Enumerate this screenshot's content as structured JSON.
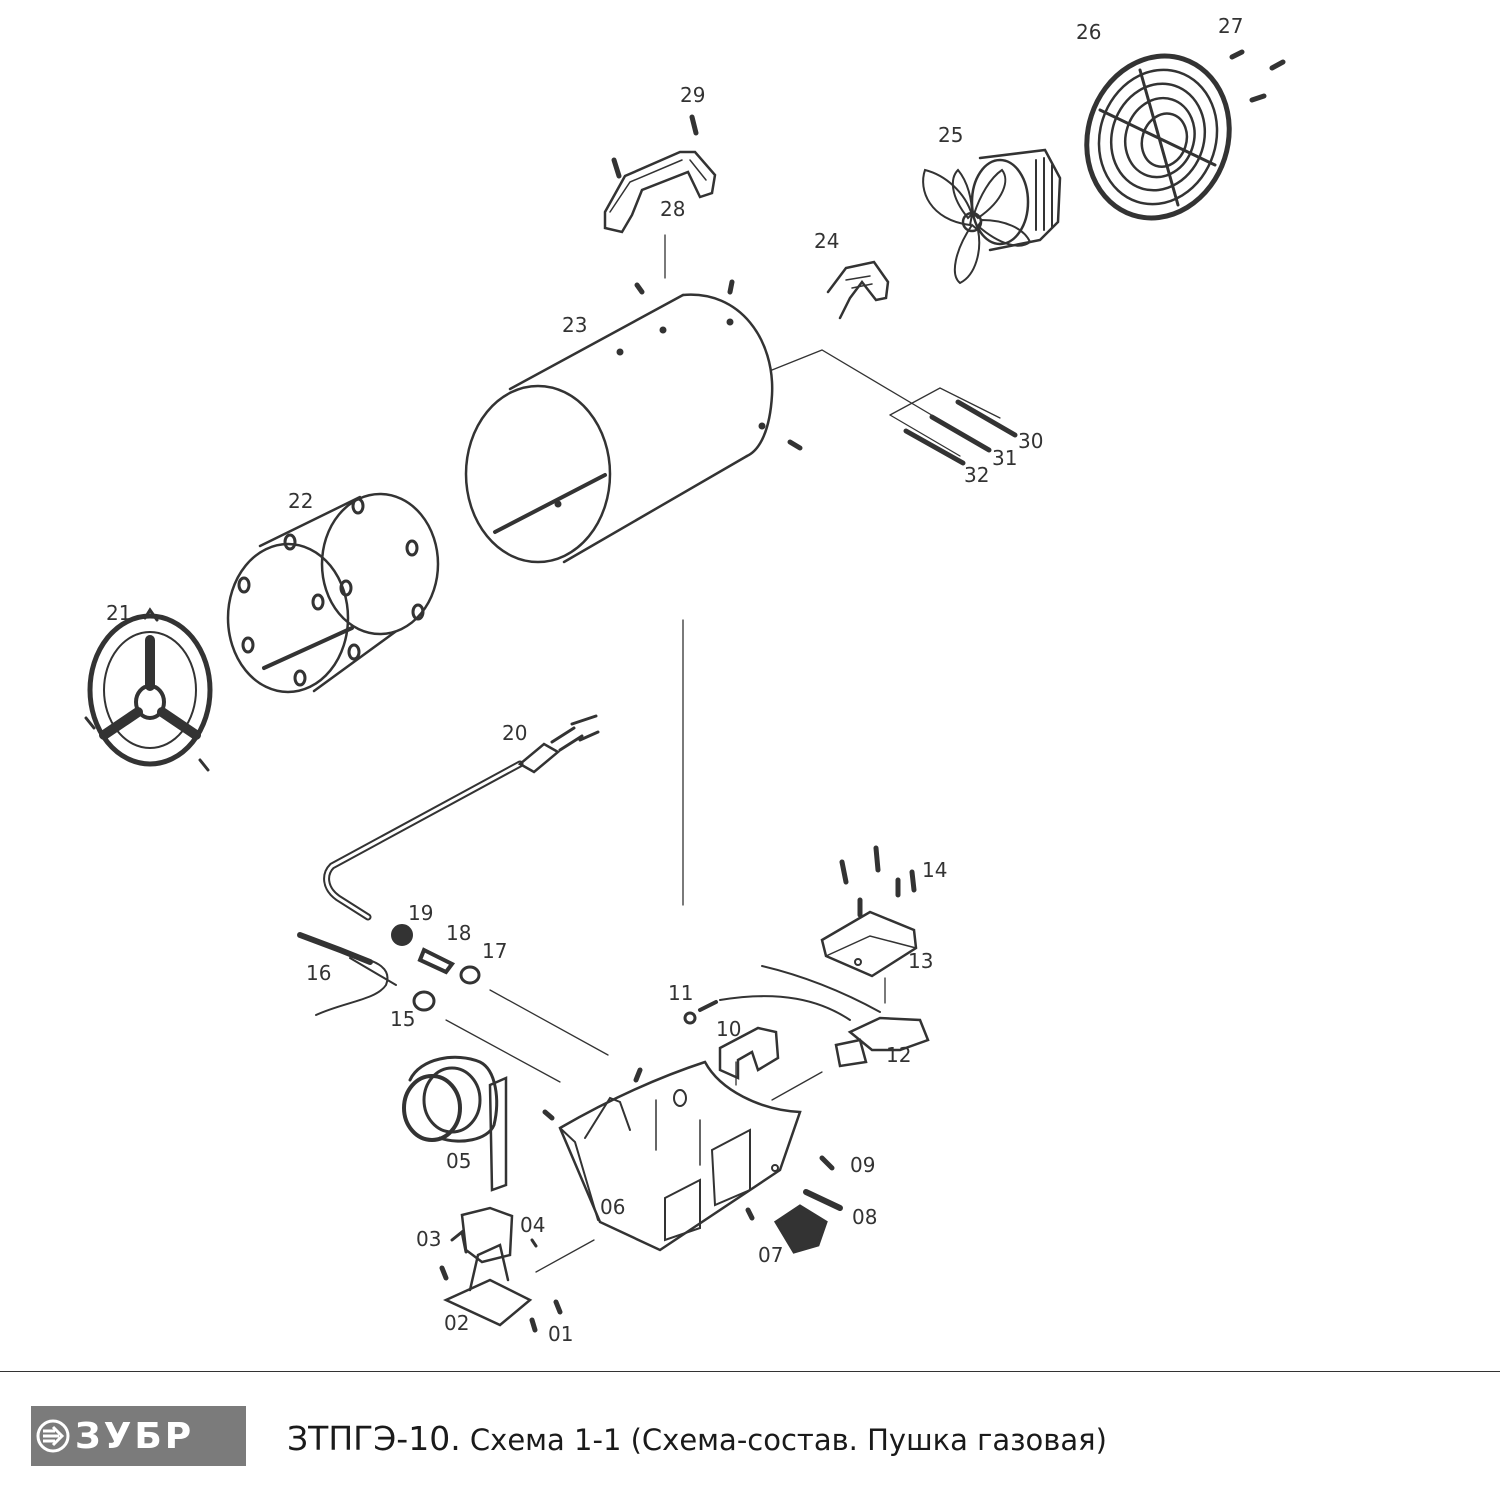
{
  "labels": {
    "p01": "01",
    "p02": "02",
    "p03": "03",
    "p04": "04",
    "p05": "05",
    "p06": "06",
    "p07": "07",
    "p08": "08",
    "p09": "09",
    "p10": "10",
    "p11": "11",
    "p12": "12",
    "p13": "13",
    "p14": "14",
    "p15": "15",
    "p16": "16",
    "p17": "17",
    "p18": "18",
    "p19": "19",
    "p20": "20",
    "p21": "21",
    "p22": "22",
    "p23": "23",
    "p24": "24",
    "p25": "25",
    "p26": "26",
    "p27": "27",
    "p28": "28",
    "p29": "29",
    "p30": "30",
    "p31": "31",
    "p32": "32"
  },
  "footer": {
    "brand": "ЗУБР",
    "model": "ЗТПГЭ-10.",
    "caption": "Схема 1-1 (Схема-состав. Пушка газовая)"
  },
  "colors": {
    "brand_bg": "#7b7b7b",
    "line": "#333333"
  }
}
